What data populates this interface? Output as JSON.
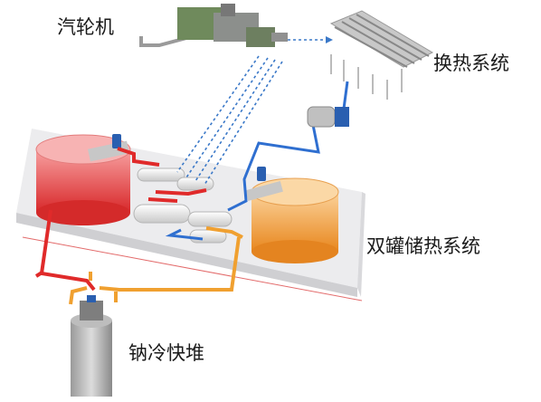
{
  "labels": {
    "turbine": "汽轮机",
    "heat_exchange": "换热系统",
    "storage": "双罐储热系统",
    "reactor": "钠冷快堆"
  },
  "colors": {
    "hot_salt": "#e02a2a",
    "cold_salt": "#f0a030",
    "feed_water": "#2f6fd0",
    "steam_dashed": "#3a78c8",
    "platform": "#e6e6e8"
  }
}
